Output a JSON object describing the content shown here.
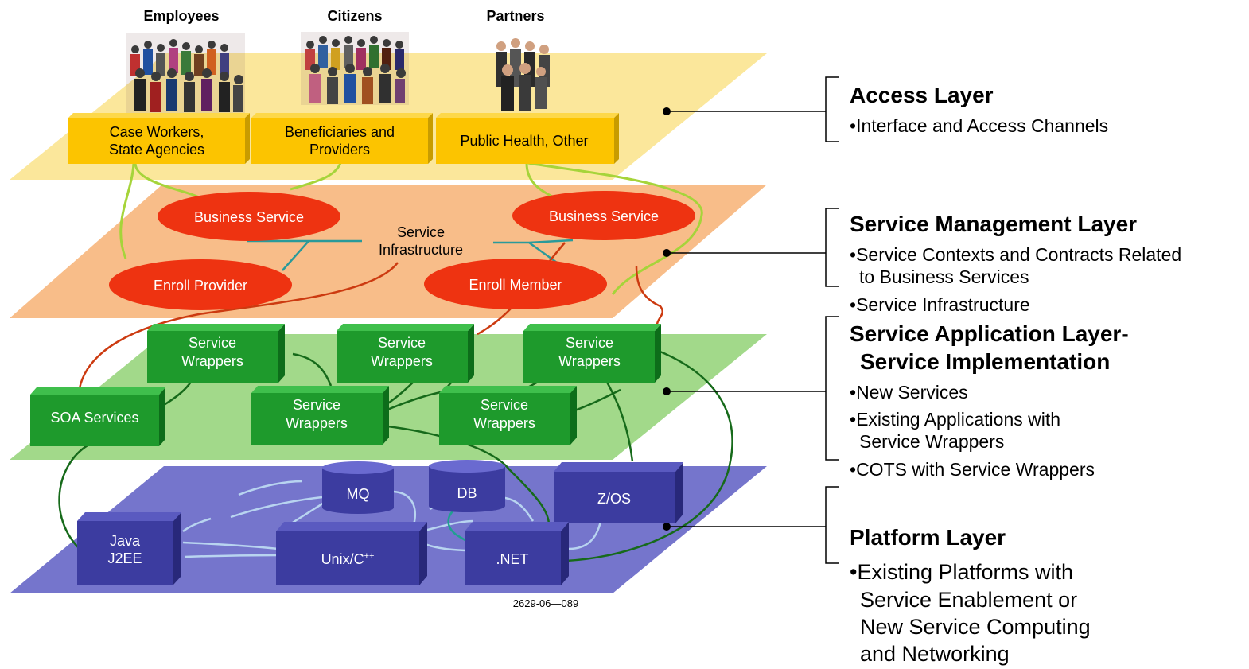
{
  "groups": {
    "employees": "Employees",
    "citizens": "Citizens",
    "partners": "Partners"
  },
  "access": {
    "box1_line1": "Case Workers,",
    "box1_line2": "State Agencies",
    "box2_line1": "Beneficiaries and",
    "box2_line2": "Providers",
    "box3": "Public Health, Other"
  },
  "service_mgmt": {
    "business_service_1": "Business Service",
    "business_service_2": "Business Service",
    "infra_line1": "Service",
    "infra_line2": "Infrastructure",
    "enroll_provider": "Enroll Provider",
    "enroll_member": "Enroll Member"
  },
  "service_app": {
    "wrapper_line1": "Service",
    "wrapper_line2": "Wrappers",
    "soa": "SOA Services"
  },
  "platform": {
    "mq": "MQ",
    "db": "DB",
    "zos": "Z/OS",
    "java_line1": "Java",
    "java_line2": "J2EE",
    "unix": "Unix/C",
    "unix_sup": "++",
    "net": ".NET"
  },
  "figure_code": "2629-06—089",
  "legend": {
    "access": {
      "title": "Access Layer",
      "b1": "Interface and Access Channels"
    },
    "service_mgmt": {
      "title": "Service Management Layer",
      "b1_line1": "Service Contexts and Contracts Related",
      "b1_line2": "to Business Services",
      "b2": "Service Infrastructure"
    },
    "service_app": {
      "title_line1": "Service Application Layer-",
      "title_line2": "Service Implementation",
      "b1": "New Services",
      "b2_line1": "Existing Applications with",
      "b2_line2": "Service Wrappers",
      "b3": "COTS with Service Wrappers"
    },
    "platform": {
      "title": "Platform Layer",
      "b1_line1": "Existing Platforms with",
      "b1_line2": "Service Enablement or",
      "b1_line3": "New Service Computing",
      "b1_line4": "and Networking"
    }
  },
  "colors": {
    "access_plane": "#fbe69a",
    "service_mgmt_plane": "#f8bb88",
    "service_app_plane": "#a3d88c",
    "platform_plane": "#7474cc",
    "access_box": "#fcc400",
    "ellipse": "#ee3311",
    "green_box": "#1e9a2c",
    "purple_box": "#3c3ca0"
  }
}
